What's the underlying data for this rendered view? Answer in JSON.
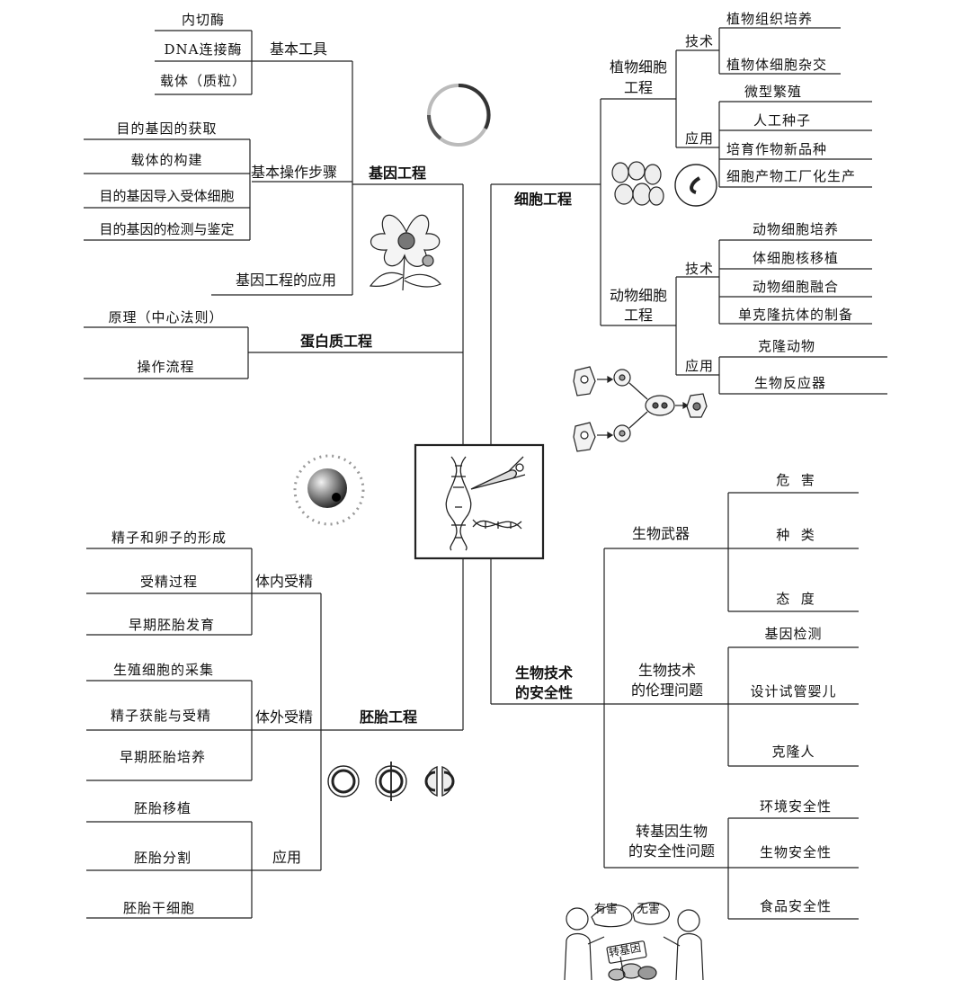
{
  "center": {
    "icon": "dna-scissors-icon"
  },
  "gene_engineering": {
    "title": "基因工程",
    "tools": {
      "label": "基本工具",
      "items": [
        "内切酶",
        "DNA连接酶",
        "载体（质粒）"
      ]
    },
    "steps": {
      "label": "基本操作步骤",
      "items": [
        "目的基因的获取",
        "载体的构建",
        "目的基因导入受体细胞",
        "目的基因的检测与鉴定"
      ]
    },
    "application": "基因工程的应用"
  },
  "protein_engineering": {
    "title": "蛋白质工程",
    "items": [
      "原理（中心法则）",
      "操作流程"
    ]
  },
  "cell_engineering": {
    "title": "细胞工程",
    "plant": {
      "title_line1": "植物细胞",
      "title_line2": "工程",
      "tech_label": "技术",
      "tech_items": [
        "植物组织培养",
        "植物体细胞杂交"
      ],
      "app_label": "应用",
      "app_items": [
        "微型繁殖",
        "人工种子",
        "培育作物新品种",
        "细胞产物工厂化生产"
      ]
    },
    "animal": {
      "title_line1": "动物细胞",
      "title_line2": "工程",
      "tech_label": "技术",
      "tech_items": [
        "动物细胞培养",
        "体细胞核移植",
        "动物细胞融合",
        "单克隆抗体的制备"
      ],
      "app_label": "应用",
      "app_items": [
        "克隆动物",
        "生物反应器"
      ]
    }
  },
  "embryo_engineering": {
    "title": "胚胎工程",
    "in_vivo": {
      "label": "体内受精",
      "items": [
        "精子和卵子的形成",
        "受精过程",
        "早期胚胎发育"
      ]
    },
    "in_vitro": {
      "label": "体外受精",
      "items": [
        "生殖细胞的采集",
        "精子获能与受精",
        "早期胚胎培养"
      ]
    },
    "application": {
      "label": "应用",
      "items": [
        "胚胎移植",
        "胚胎分割",
        "胚胎干细胞"
      ]
    }
  },
  "biosafety": {
    "title_line1": "生物技术",
    "title_line2": "的安全性",
    "weapons": {
      "label": "生物武器",
      "items": [
        "危  害",
        "种  类",
        "态  度"
      ]
    },
    "ethics": {
      "label_line1": "生物技术",
      "label_line2": "的伦理问题",
      "items": [
        "基因检测",
        "设计试管婴儿",
        "克隆人"
      ]
    },
    "gmo": {
      "label_line1": "转基因生物",
      "label_line2": "的安全性问题",
      "items": [
        "环境安全性",
        "生物安全性",
        "食品安全性"
      ]
    },
    "cartoon": {
      "bubble_left": "有害",
      "bubble_right": "无害",
      "sign": "转基因"
    }
  }
}
